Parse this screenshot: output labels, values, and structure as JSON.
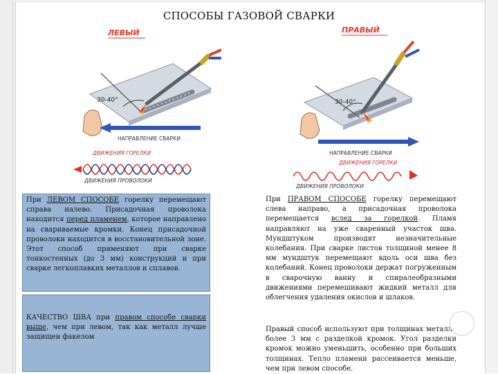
{
  "title": "СПОСОБЫ ГАЗОВОЙ СВАРКИ",
  "colors": {
    "panel_fill": "#98b5d6",
    "tag_red": "#e03a2c",
    "arrow_blue": "#2f56b6",
    "wave_red": "#d8322a",
    "wave_blue": "#2a3f8c"
  },
  "left_diagram": {
    "tag": "ЛЕВЫЙ",
    "angle": "30-40°",
    "direction": "НАПРАВЛЕНИЕ СВАРКИ",
    "torch_motion": "ДВИЖЕНИЯ ГОРЕЛКИ",
    "wire_motion": "ДВИЖЕНИЯ ПРОВОЛОКИ"
  },
  "right_diagram": {
    "tag": "ПРАВЫЙ",
    "angle": "30-40°",
    "direction": "НАПРАВЛЕНИЕ СВАРКИ",
    "torch_motion": "ДВИЖЕНИЯ ГОРЕЛКИ",
    "wire_motion": "ДВИЖЕНИЯ ПРОВОЛОКИ"
  },
  "left_text": {
    "p1_a": "При ",
    "p1_u": "ЛЕВОМ СПОСОБЕ",
    "p1_b": " горелку перемещают справа налево. Присадочная проволока находится ",
    "p1_u2": "перед пламенем",
    "p1_c": ", которое направлено на свариваемые кромки. Конец присадочной проволоки находится в восстановительной зоне. Этот способ применяют при сварке тонкостенных (до 3 мм) конструкций и при сварке легкоплавких металлов и сплавов.",
    "p2_a": "КАЧЕСТВО ШВА при ",
    "p2_u": "правом способе сварки выше",
    "p2_b": ", чем при левом, так как металл лучше защищен факелом"
  },
  "right_text": {
    "p1_a": "При ",
    "p1_u": "ПРАВОМ СПОСОБЕ",
    "p1_b": " горелку перемещают слева направо, а присадочная проволока перемещается ",
    "p1_u2": "вслед за горелкой",
    "p1_c": ". Пламя направляют на уже сваренный участок шва. Мундштуком производят незначительные колебания. При сварке листов толщиной менее 8 мм мундштук перемещают вдоль оси шва без колебаний. Конец проволоки держат погруженным в сварочную ванну и спиралеобразными движениями перемешивают жидкий металл для облегчения удаления окислов и шлаков.",
    "p2": "Правый способ используют при толщинах металла более 3 мм с разделкой кромок. Угол разделки кромок можно уменьшить, особенно при больших толщинах. Тепло пламени рассеивается меньше, чем при левом способе."
  }
}
